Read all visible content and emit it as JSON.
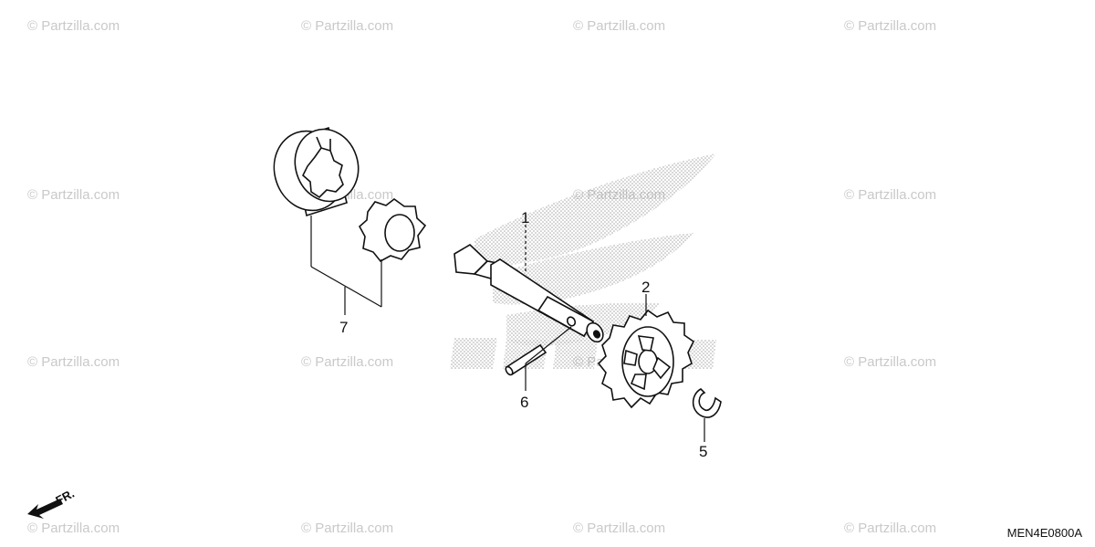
{
  "watermark": "© Partzilla.com",
  "callouts": {
    "part1": "1",
    "part2": "2",
    "part5": "5",
    "part6": "6",
    "part7": "7"
  },
  "front_label": "FR.",
  "diagram_code": "MEN4E0800A",
  "colors": {
    "line": "#111111",
    "watermark": "#c9c9c9",
    "logo_dots": "#9a9a9a"
  },
  "icons": [
    "front-arrow-icon"
  ]
}
